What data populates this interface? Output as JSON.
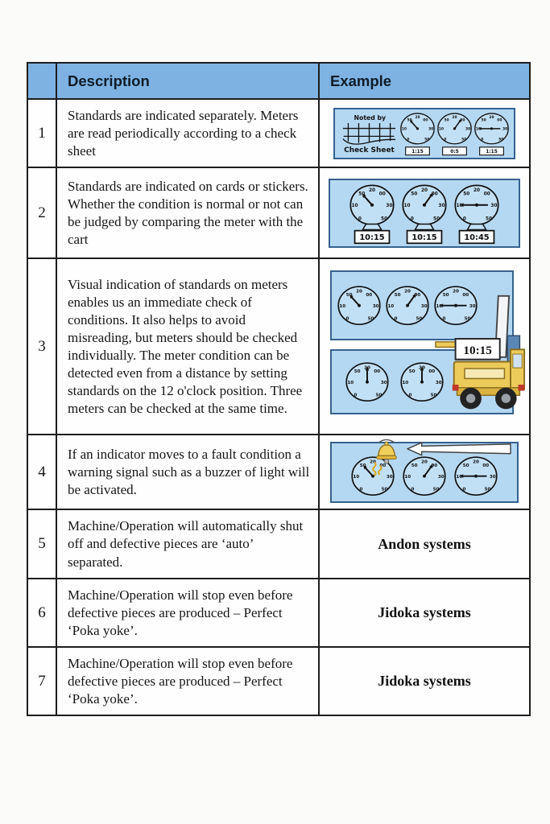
{
  "page": {
    "background": "#fbfbfa"
  },
  "colors": {
    "header_bg": "#7db2e2",
    "panel_bg": "#b5d8f2",
    "panel_border": "#35628f",
    "gauge_face": "#c2e0f5",
    "table_border": "#1d1d1d",
    "accent_yellow": "#eccb5a",
    "ink": "#111111"
  },
  "header": {
    "description": "Description",
    "example": "Example"
  },
  "rows": [
    {
      "num": "1",
      "description": "Standards are indicated separately. Meters are read periodically according to a check sheet",
      "example": {
        "type": "check-sheet-with-meters",
        "noted_by": "Noted by",
        "check_sheet": "Check Sheet",
        "gauges": [
          {
            "needle": "upper-left",
            "label": "1:15"
          },
          {
            "needle": "upper-right",
            "label": "0:5"
          },
          {
            "needle": "left",
            "label": "1:15"
          }
        ]
      }
    },
    {
      "num": "2",
      "description": "Standards are indicated on cards or stickers. Whether the condition is normal or not can be judged by comparing the meter with the cart",
      "example": {
        "type": "meters-with-time-cards",
        "gauges": [
          {
            "needle": "upper-left",
            "label": "10:15"
          },
          {
            "needle": "upper-right",
            "label": "10:15"
          },
          {
            "needle": "left",
            "label": "10:45"
          }
        ]
      }
    },
    {
      "num": "3",
      "description": "Visual indication of standards on meters enables us an immediate check of conditions. It also helps to avoid misreading, but meters should be checked individually. The meter condition can be detected even from a distance by setting standards on the 12 o'clock position. Three meters can be checked at the same time.",
      "example": {
        "type": "meters-and-forklift",
        "sign": "10:15",
        "gauges_top": [
          {
            "needle": "upper-left"
          },
          {
            "needle": "upper-right"
          },
          {
            "needle": "left"
          }
        ],
        "gauges_bottom": [
          {
            "needle": "up"
          },
          {
            "needle": "up"
          }
        ]
      }
    },
    {
      "num": "4",
      "description": "If an indicator moves to a fault condition a warning signal such as a buzzer of light will be activated.",
      "example": {
        "type": "meters-with-alarm",
        "gauges": [
          {
            "needle": "upper-left"
          },
          {
            "needle": "upper-right"
          },
          {
            "needle": "left"
          }
        ]
      }
    },
    {
      "num": "5",
      "description": "Machine/Operation will automatically shut off and defective pieces are ‘auto’ separated.",
      "example": {
        "type": "text",
        "text": "Andon systems"
      }
    },
    {
      "num": "6",
      "description": "Machine/Operation will stop even before defective pieces are produced – Perfect ‘Poka yoke’.",
      "example": {
        "type": "text",
        "text": "Jidoka systems"
      }
    },
    {
      "num": "7",
      "description": "Machine/Operation will stop even before defective pieces are produced – Perfect ‘Poka yoke’.",
      "example": {
        "type": "text",
        "text": "Jidoka systems"
      }
    }
  ],
  "dial": {
    "t": "20",
    "tl": "50",
    "tr": "00",
    "l": "10",
    "r": "30",
    "bl": "0",
    "br": "50"
  }
}
